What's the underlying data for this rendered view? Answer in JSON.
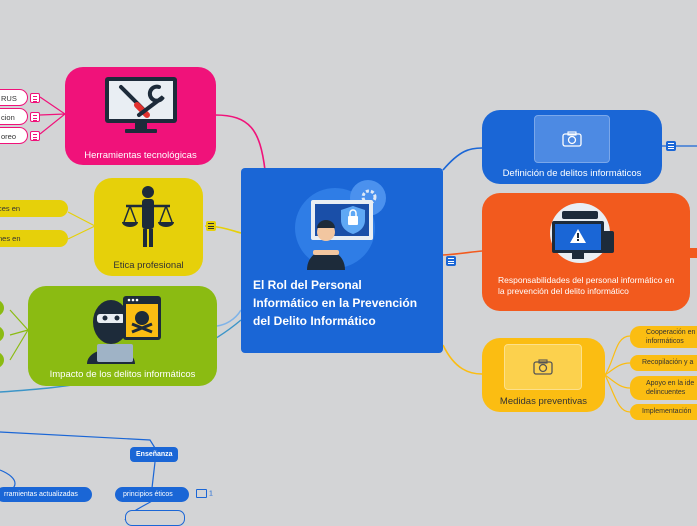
{
  "central": {
    "title": "El Rol del Personal Informático en la Prevención del Delito Informático"
  },
  "left_topics": {
    "herramientas": {
      "label": "Herramientas tecnológicas",
      "leaves": [
        "RUS",
        "cion",
        "oreo"
      ]
    },
    "etica": {
      "label": "Etica profesional",
      "leaves": [
        "ces en",
        "nes en"
      ]
    },
    "impacto": {
      "label": "Impacto de los delitos informáticos"
    }
  },
  "right_topics": {
    "definicion": {
      "label": "Definición de delitos informáticos"
    },
    "responsabilidades": {
      "label": "Responsabilidades del personal informático en la prevención del delito informático"
    },
    "medidas": {
      "label": "Medidas preventivas",
      "leaves": [
        "Cooperación en informáticos",
        "Recopilación y a",
        "Apoyo en la ide delincuentes",
        "Implementación"
      ]
    }
  },
  "bottom": {
    "ensenanza": "Enseñanza",
    "principios": "principios éticos",
    "principios_comments": "1",
    "herramientas_act": "rramientas actualizadas"
  },
  "colors": {
    "central": "#1a66d6",
    "herramientas": "#f0127a",
    "etica": "#e6d00a",
    "impacto": "#8bbb12",
    "definicion": "#1a66d6",
    "responsabilidades": "#f25a1e",
    "medidas": "#fbbd12"
  },
  "icons": {
    "herramientas": "monitor-tools-icon",
    "etica": "justice-scale-person-icon",
    "impacto": "hacker-icon",
    "definicion": "camera-icon",
    "responsabilidades": "computer-alert-icon",
    "medidas": "camera-icon",
    "central": "security-guard-icon"
  }
}
